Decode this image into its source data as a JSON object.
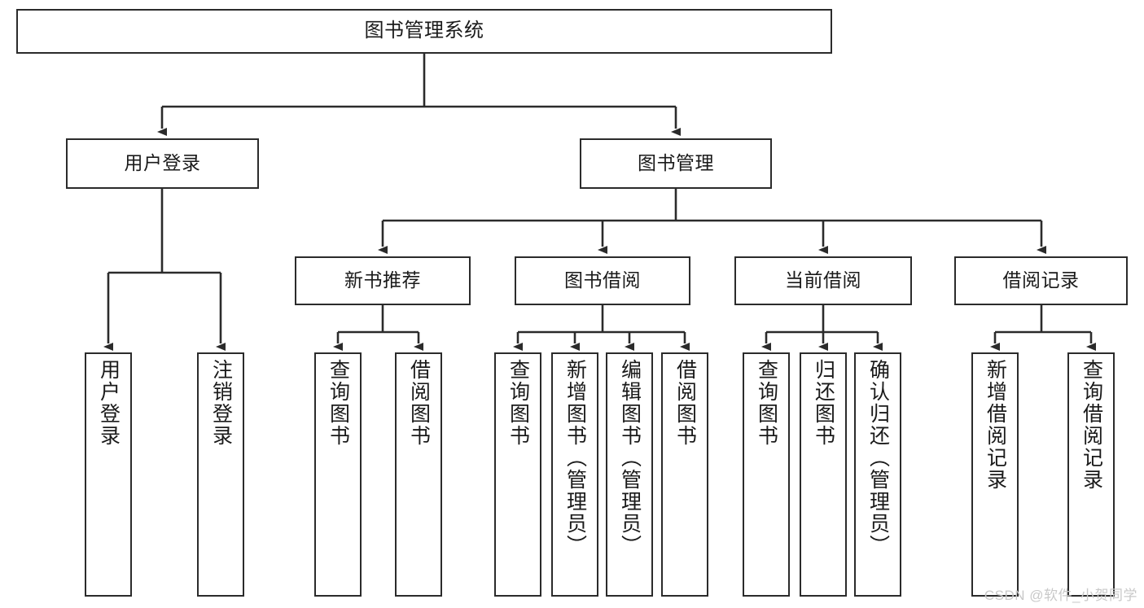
{
  "diagram": {
    "type": "tree-hierarchy-chart",
    "title": "图书管理系统",
    "watermark": "CSDN @软件_小贺同学",
    "levels": {
      "root": {
        "label": "图书管理系统"
      },
      "level1": [
        {
          "label": "用户登录"
        },
        {
          "label": "图书管理"
        }
      ],
      "level2": [
        {
          "label": "新书推荐"
        },
        {
          "label": "图书借阅"
        },
        {
          "label": "当前借阅"
        },
        {
          "label": "借阅记录"
        }
      ],
      "leaves": {
        "user_login": [
          {
            "label": "用户登录"
          },
          {
            "label": "注销登录"
          }
        ],
        "new_book_recommend": [
          {
            "label": "查询图书"
          },
          {
            "label": "借阅图书"
          }
        ],
        "book_borrow": [
          {
            "label": "查询图书"
          },
          {
            "label": "新增图书（管理员）"
          },
          {
            "label": "编辑图书（管理员）"
          },
          {
            "label": "借阅图书"
          }
        ],
        "current_borrow": [
          {
            "label": "查询图书"
          },
          {
            "label": "归还图书"
          },
          {
            "label": "确认归还（管理员）"
          }
        ],
        "borrow_record": [
          {
            "label": "新增借阅记录"
          },
          {
            "label": "查询借阅记录"
          }
        ]
      }
    },
    "colors": {
      "border": "#2b2b2b",
      "text": "#1a1a1a",
      "background": "#ffffff",
      "connector": "#2b2b2b",
      "watermark": "#c9c9c9"
    }
  }
}
